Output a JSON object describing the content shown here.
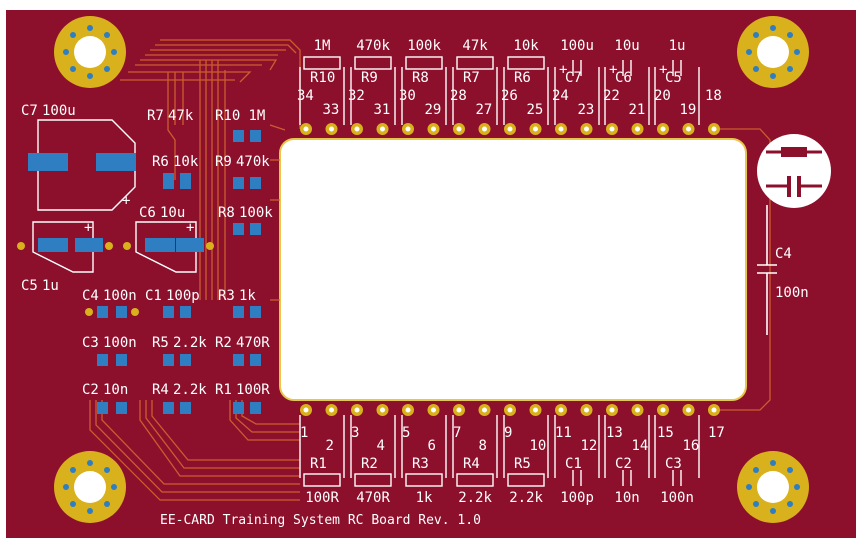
{
  "board": {
    "title": "EE-CARD Training System RC Board Rev. 1.0",
    "colors": {
      "substrate": "#8c0f2c",
      "copper": "#b3203f",
      "trace": "#d2662f",
      "pad": "#2f7ec2",
      "gold": "#d9b11c",
      "silk": "#ffffff",
      "window": "#ffffff"
    }
  },
  "top_row": {
    "values": [
      "1M",
      "470k",
      "100k",
      "47k",
      "10k",
      "100u",
      "10u",
      "1u"
    ],
    "refs": [
      "R10",
      "R9",
      "R8",
      "R7",
      "R6",
      "C7",
      "C6",
      "C5"
    ],
    "pins": [
      "34",
      "33",
      "32",
      "31",
      "30",
      "29",
      "28",
      "27",
      "26",
      "25",
      "24",
      "23",
      "22",
      "21",
      "20",
      "19",
      "18"
    ]
  },
  "bottom_row": {
    "values": [
      "100R",
      "470R",
      "1k",
      "2.2k",
      "2.2k",
      "100p",
      "10n",
      "100n"
    ],
    "refs": [
      "R1",
      "R2",
      "R3",
      "R4",
      "R5",
      "C1",
      "C2",
      "C3"
    ],
    "pins": [
      "1",
      "2",
      "3",
      "4",
      "5",
      "6",
      "7",
      "8",
      "9",
      "10",
      "11",
      "12",
      "13",
      "14",
      "15",
      "16",
      "17"
    ]
  },
  "left_parts": [
    {
      "ref": "C7",
      "value": "100u"
    },
    {
      "ref": "R7",
      "value": "47k"
    },
    {
      "ref": "R10",
      "value": "1M"
    },
    {
      "ref": "R6",
      "value": "10k"
    },
    {
      "ref": "R9",
      "value": "470k"
    },
    {
      "ref": "C6",
      "value": "10u"
    },
    {
      "ref": "R8",
      "value": "100k"
    },
    {
      "ref": "C5",
      "value": "1u"
    },
    {
      "ref": "C4",
      "value": "100n"
    },
    {
      "ref": "C1",
      "value": "100p"
    },
    {
      "ref": "R3",
      "value": "1k"
    },
    {
      "ref": "C3",
      "value": "100n"
    },
    {
      "ref": "R5",
      "value": "2.2k"
    },
    {
      "ref": "R2",
      "value": "470R"
    },
    {
      "ref": "C2",
      "value": "10n"
    },
    {
      "ref": "R4",
      "value": "2.2k"
    },
    {
      "ref": "R1",
      "value": "100R"
    }
  ],
  "right_cap": {
    "ref": "C4",
    "value": "100n"
  },
  "polarity_mark": "+"
}
